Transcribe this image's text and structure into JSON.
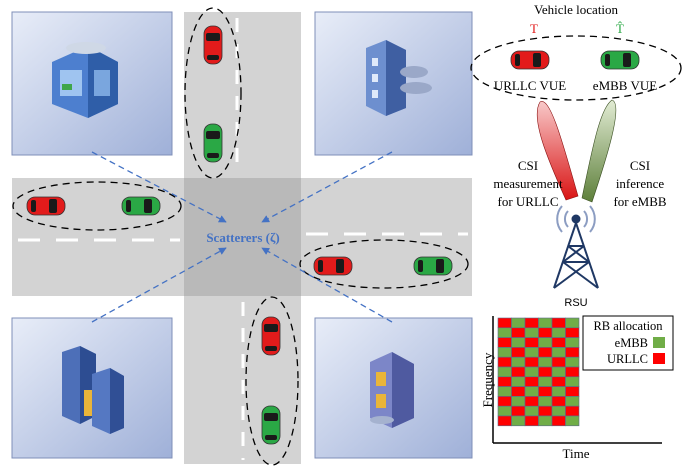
{
  "vehicle_location": {
    "title": "Vehicle location",
    "urllc_symbol": "T",
    "embb_symbol": "T̂",
    "urllc_label": "URLLC VUE",
    "embb_label": "eMBB VUE"
  },
  "csi_measurement": {
    "line1": "CSI",
    "line2": "measurement",
    "line3": "for URLLC"
  },
  "csi_inference": {
    "line1": "CSI",
    "line2": "inference",
    "line3": "for eMBB"
  },
  "rsu_label": "RSU",
  "scatterers_label": "Scatterers (ζ)",
  "rb_chart": {
    "legend_title": "RB allocation",
    "legend": [
      {
        "label": "eMBB",
        "color": "#70ad47"
      },
      {
        "label": "URLLC",
        "color": "#ff0000"
      }
    ],
    "xlabel": "Time",
    "ylabel": "Frequency",
    "grid": [
      [
        "U",
        "G",
        "U",
        "G",
        "U",
        "G"
      ],
      [
        "G",
        "U",
        "G",
        "U",
        "G",
        "U"
      ],
      [
        "U",
        "G",
        "U",
        "G",
        "U",
        "G"
      ],
      [
        "G",
        "U",
        "G",
        "U",
        "G",
        "U"
      ],
      [
        "U",
        "G",
        "U",
        "G",
        "U",
        "G"
      ],
      [
        "G",
        "U",
        "G",
        "U",
        "G",
        "U"
      ],
      [
        "U",
        "G",
        "U",
        "G",
        "U",
        "G"
      ],
      [
        "G",
        "U",
        "G",
        "U",
        "G",
        "U"
      ],
      [
        "U",
        "G",
        "U",
        "G",
        "U",
        "G"
      ],
      [
        "G",
        "U",
        "G",
        "U",
        "G",
        "U"
      ],
      [
        "U",
        "G",
        "U",
        "G",
        "U",
        "G"
      ]
    ]
  },
  "colors": {
    "urllc": "#e21b1b",
    "embb": "#2aa845",
    "road": "#d3d3d3",
    "intersection": "#b9b9b9",
    "arrow": "#4472c4",
    "rsu": "#1f3864"
  }
}
